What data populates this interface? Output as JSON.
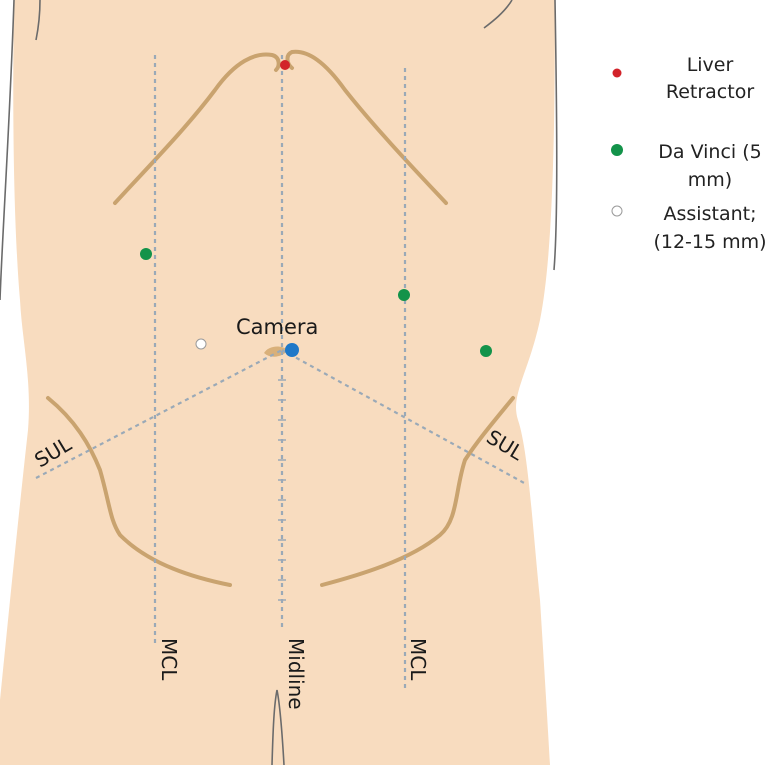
{
  "figure": {
    "colors": {
      "skin": "#f8dcbf",
      "fold": "#c9a36f",
      "guide": "#9aa9b7",
      "liver_retractor": "#d2232a",
      "da_vinci": "#13934a",
      "assistant": "#ffffff",
      "camera": "#1f78c8"
    },
    "labels": {
      "camera": "Camera",
      "sul_left": "SUL",
      "sul_right": "SUL",
      "mcl_left": "MCL",
      "midline": "Midline",
      "mcl_right": "MCL"
    },
    "legend": [
      {
        "key": "liver_retractor",
        "line1": "Liver",
        "line2": "Retractor",
        "icon": "red-port-dot"
      },
      {
        "key": "da_vinci",
        "line1": "Da Vinci (5",
        "line2": "mm)",
        "icon": "green-port-dot"
      },
      {
        "key": "assistant",
        "line1": "Assistant;",
        "line2": "(12-15 mm)",
        "icon": "white-port-dot"
      }
    ]
  }
}
